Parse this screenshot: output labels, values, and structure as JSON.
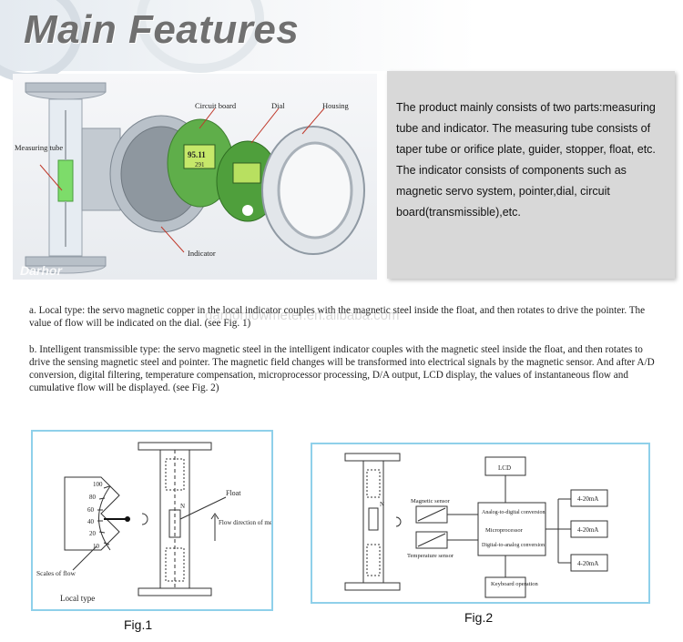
{
  "header": {
    "title": "Main Features"
  },
  "photo": {
    "labels": {
      "circuit_board": "Circuit board",
      "dial": "Dial",
      "housing": "Housing",
      "measuring_tube": "Measuring tube",
      "indicator": "Indicator"
    },
    "display_value": "95.11",
    "display_value2": "291",
    "logo": "Darhor"
  },
  "description": "The product mainly consists of two parts:measuring tube and indicator. The measuring tube consists of taper tube or orifice plate, guider, stopper, float, etc. The indicator consists of components such as magnetic servo system, pointer,dial, circuit board(transmissible),etc.",
  "paragraphs": {
    "a": {
      "label": "a.",
      "text": "Local type: the servo magnetic copper in the local indicator couples with the magnetic steel inside the float, and then rotates to drive the pointer. The value of flow will be indicated on the dial. (see Fig. 1)"
    },
    "b": {
      "label": "b.",
      "text": "Intelligent transmissible type: the servo magnetic steel in the intelligent indicator couples with the magnetic steel inside the float, and then rotates to drive the sensing magnetic steel and pointer. The magnetic field changes will be transformed into electrical signals by the magnetic sensor. And after A/D conversion, digital filtering, temperature compensation, microprocessor processing, D/A output, LCD display, the values of instantaneous flow and cumulative flow will be displayed. (see Fig. 2)"
    }
  },
  "watermark": "darhorflowmeter.en.alibaba.com",
  "fig1": {
    "caption": "Fig.1",
    "type_label": "Local type",
    "scale_label": "Scales of flow",
    "float_label": "Float",
    "flow_label": "Flow direction of medium",
    "scale_ticks": [
      "100",
      "80",
      "60",
      "40",
      "20",
      "10"
    ],
    "n_label": "N"
  },
  "fig2": {
    "caption": "Fig.2",
    "lcd": "LCD",
    "magnetic_sensor": "Magnetic sensor",
    "temperature_sensor": "Temperature sensor",
    "adc": "Analog-to-digital conversion",
    "microprocessor": "Microprocessor",
    "dac": "Digital-to-analog conversion",
    "keyboard": "Keyboard operation",
    "outputs": [
      "4-20mA",
      "4-20mA",
      "4-20mA"
    ],
    "n_label": "N"
  }
}
